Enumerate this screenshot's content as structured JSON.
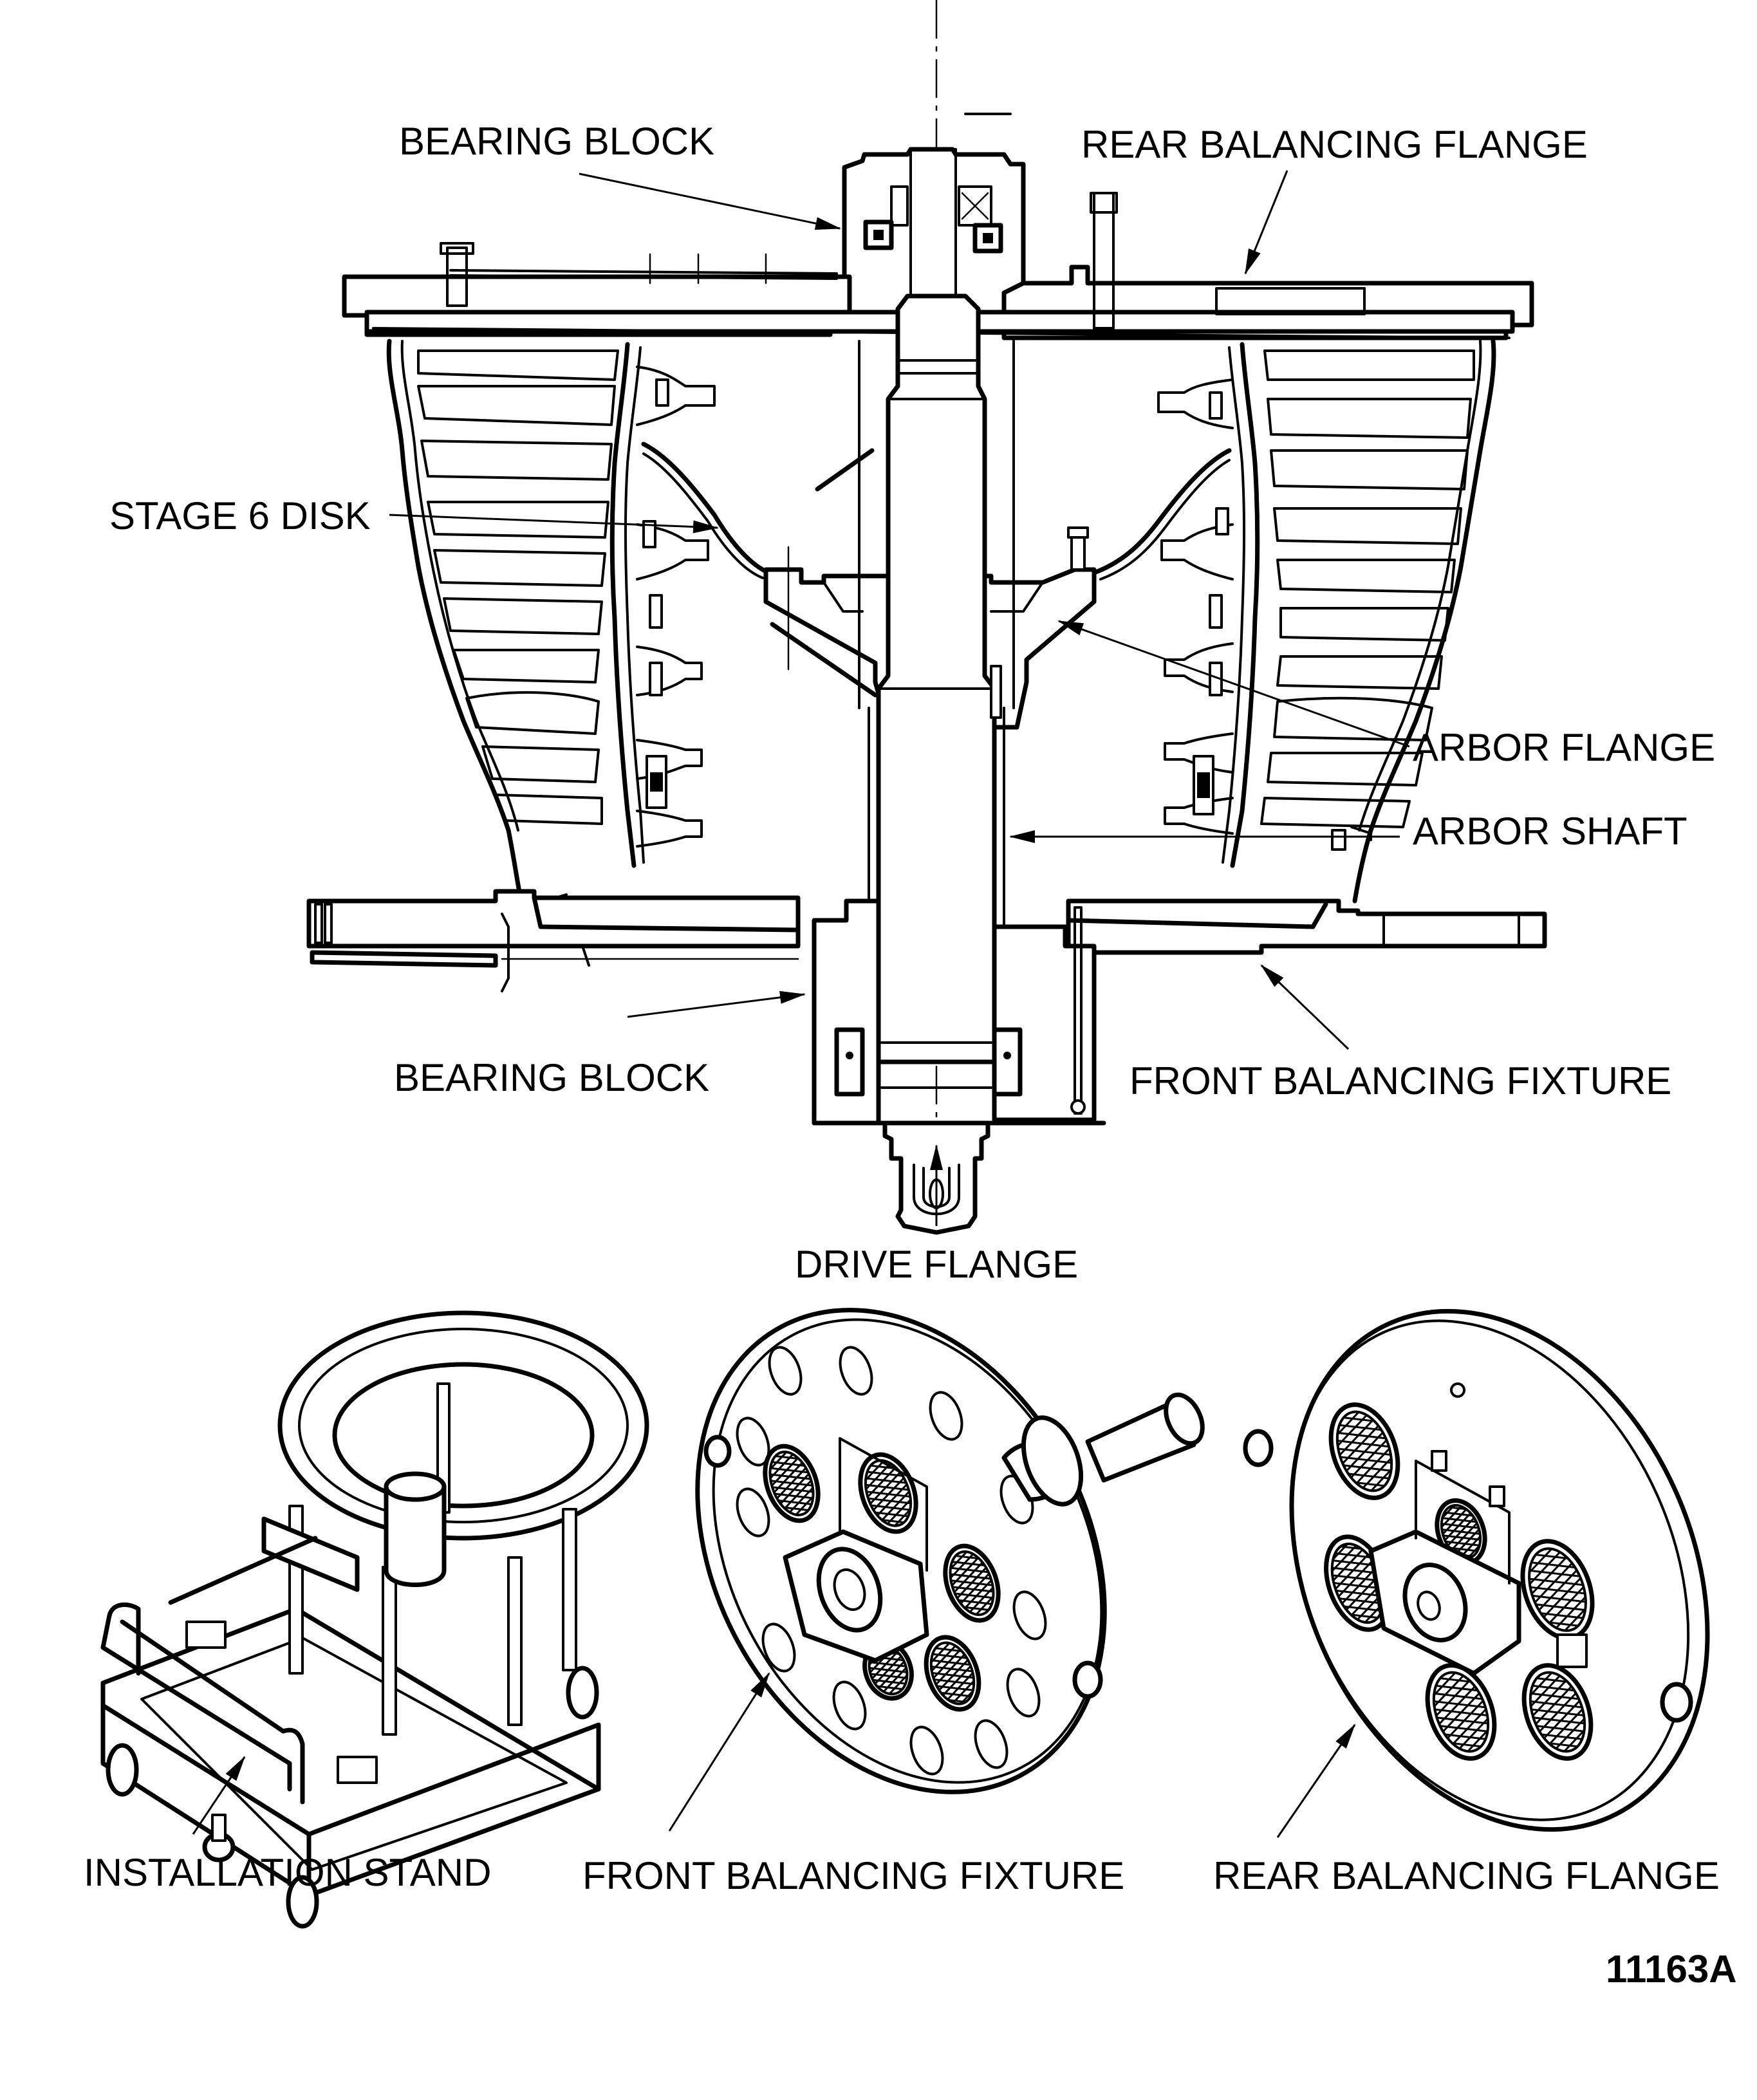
{
  "figure": {
    "figure_number": "11163A",
    "colors": {
      "ink": "#000000",
      "paper": "#ffffff"
    }
  },
  "section_view": {
    "labels": {
      "bearing_block_top": "BEARING BLOCK",
      "rear_balancing_flange": "REAR BALANCING FLANGE",
      "stage_6_disk": "STAGE 6 DISK",
      "arbor_flange": "ARBOR FLANGE",
      "arbor_shaft": "ARBOR SHAFT",
      "bearing_block_bottom": "BEARING BLOCK",
      "front_balancing_fixture": "FRONT BALANCING FIXTURE",
      "drive_flange": "DRIVE FLANGE"
    }
  },
  "components": {
    "items": [
      {
        "id": "installation-stand",
        "caption": "INSTALLATION STAND"
      },
      {
        "id": "front-balancing-fixture",
        "caption": "FRONT BALANCING FIXTURE"
      },
      {
        "id": "rear-balancing-flange",
        "caption": "REAR BALANCING FLANGE"
      }
    ]
  }
}
